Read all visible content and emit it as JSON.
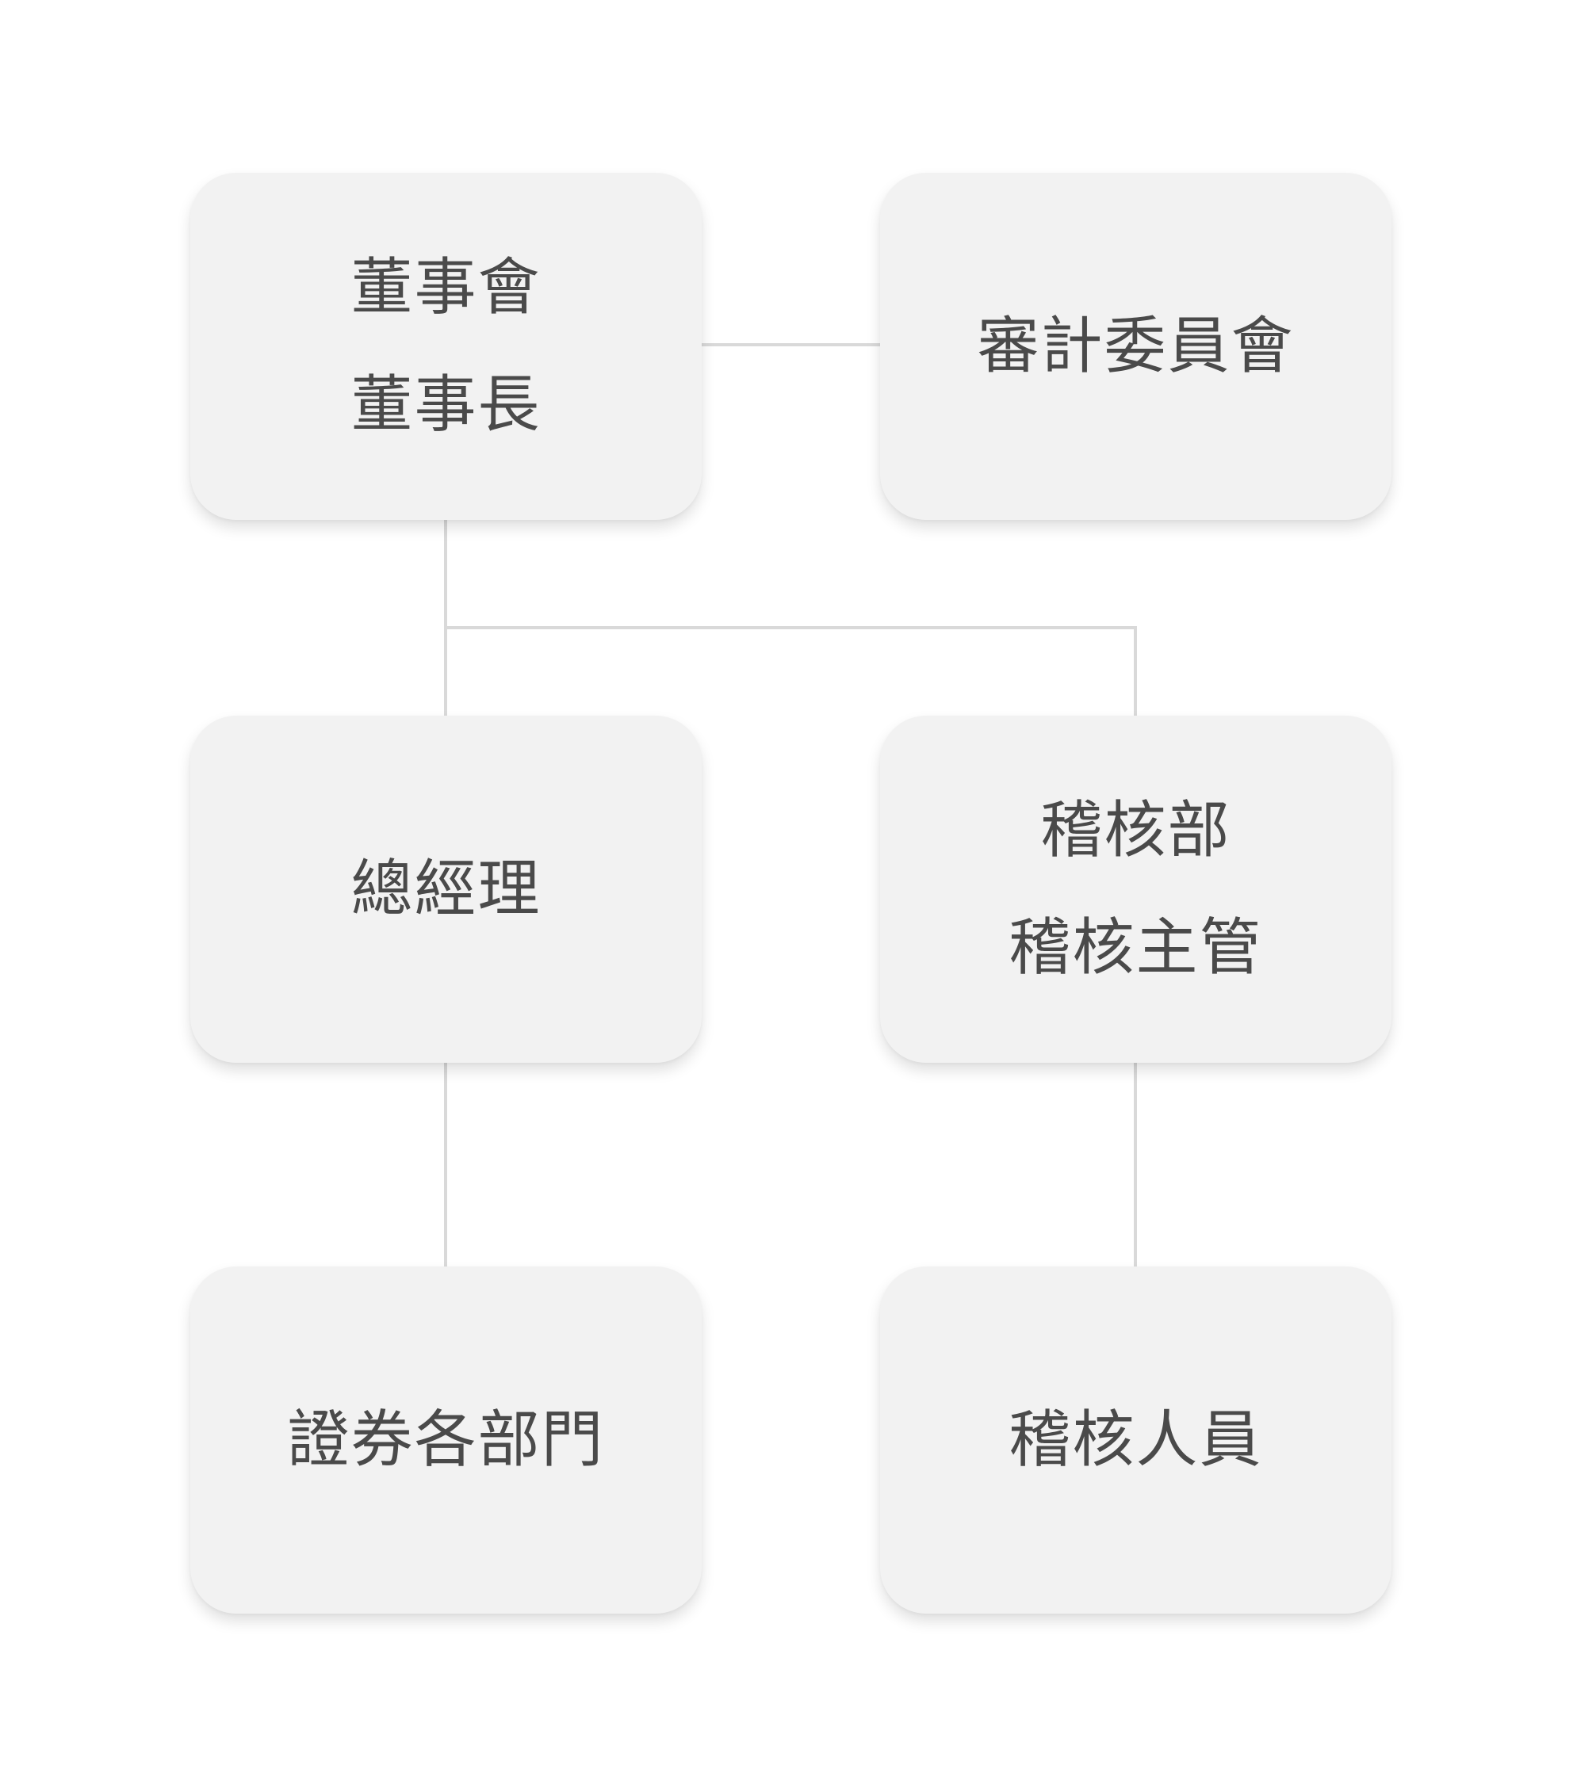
{
  "diagram": {
    "colors": {
      "background": "#ffffff",
      "node_fill": "#f2f2f2",
      "text": "#4a4a4a",
      "connector": "#d9d9d9"
    },
    "nodes": {
      "board": {
        "lines": [
          "董事會",
          "董事長"
        ]
      },
      "audit_committee": {
        "lines": [
          "審計委員會"
        ]
      },
      "general_manager": {
        "lines": [
          "總經理"
        ]
      },
      "audit_department": {
        "lines": [
          "稽核部",
          "稽核主管"
        ]
      },
      "securities_departments": {
        "lines": [
          "證券各部門"
        ]
      },
      "audit_staff": {
        "lines": [
          "稽核人員"
        ]
      }
    },
    "edges": [
      {
        "from": "board",
        "to": "audit_committee"
      },
      {
        "from": "board",
        "to": "general_manager"
      },
      {
        "from": "board",
        "to": "audit_department"
      },
      {
        "from": "general_manager",
        "to": "securities_departments"
      },
      {
        "from": "audit_department",
        "to": "audit_staff"
      }
    ]
  }
}
